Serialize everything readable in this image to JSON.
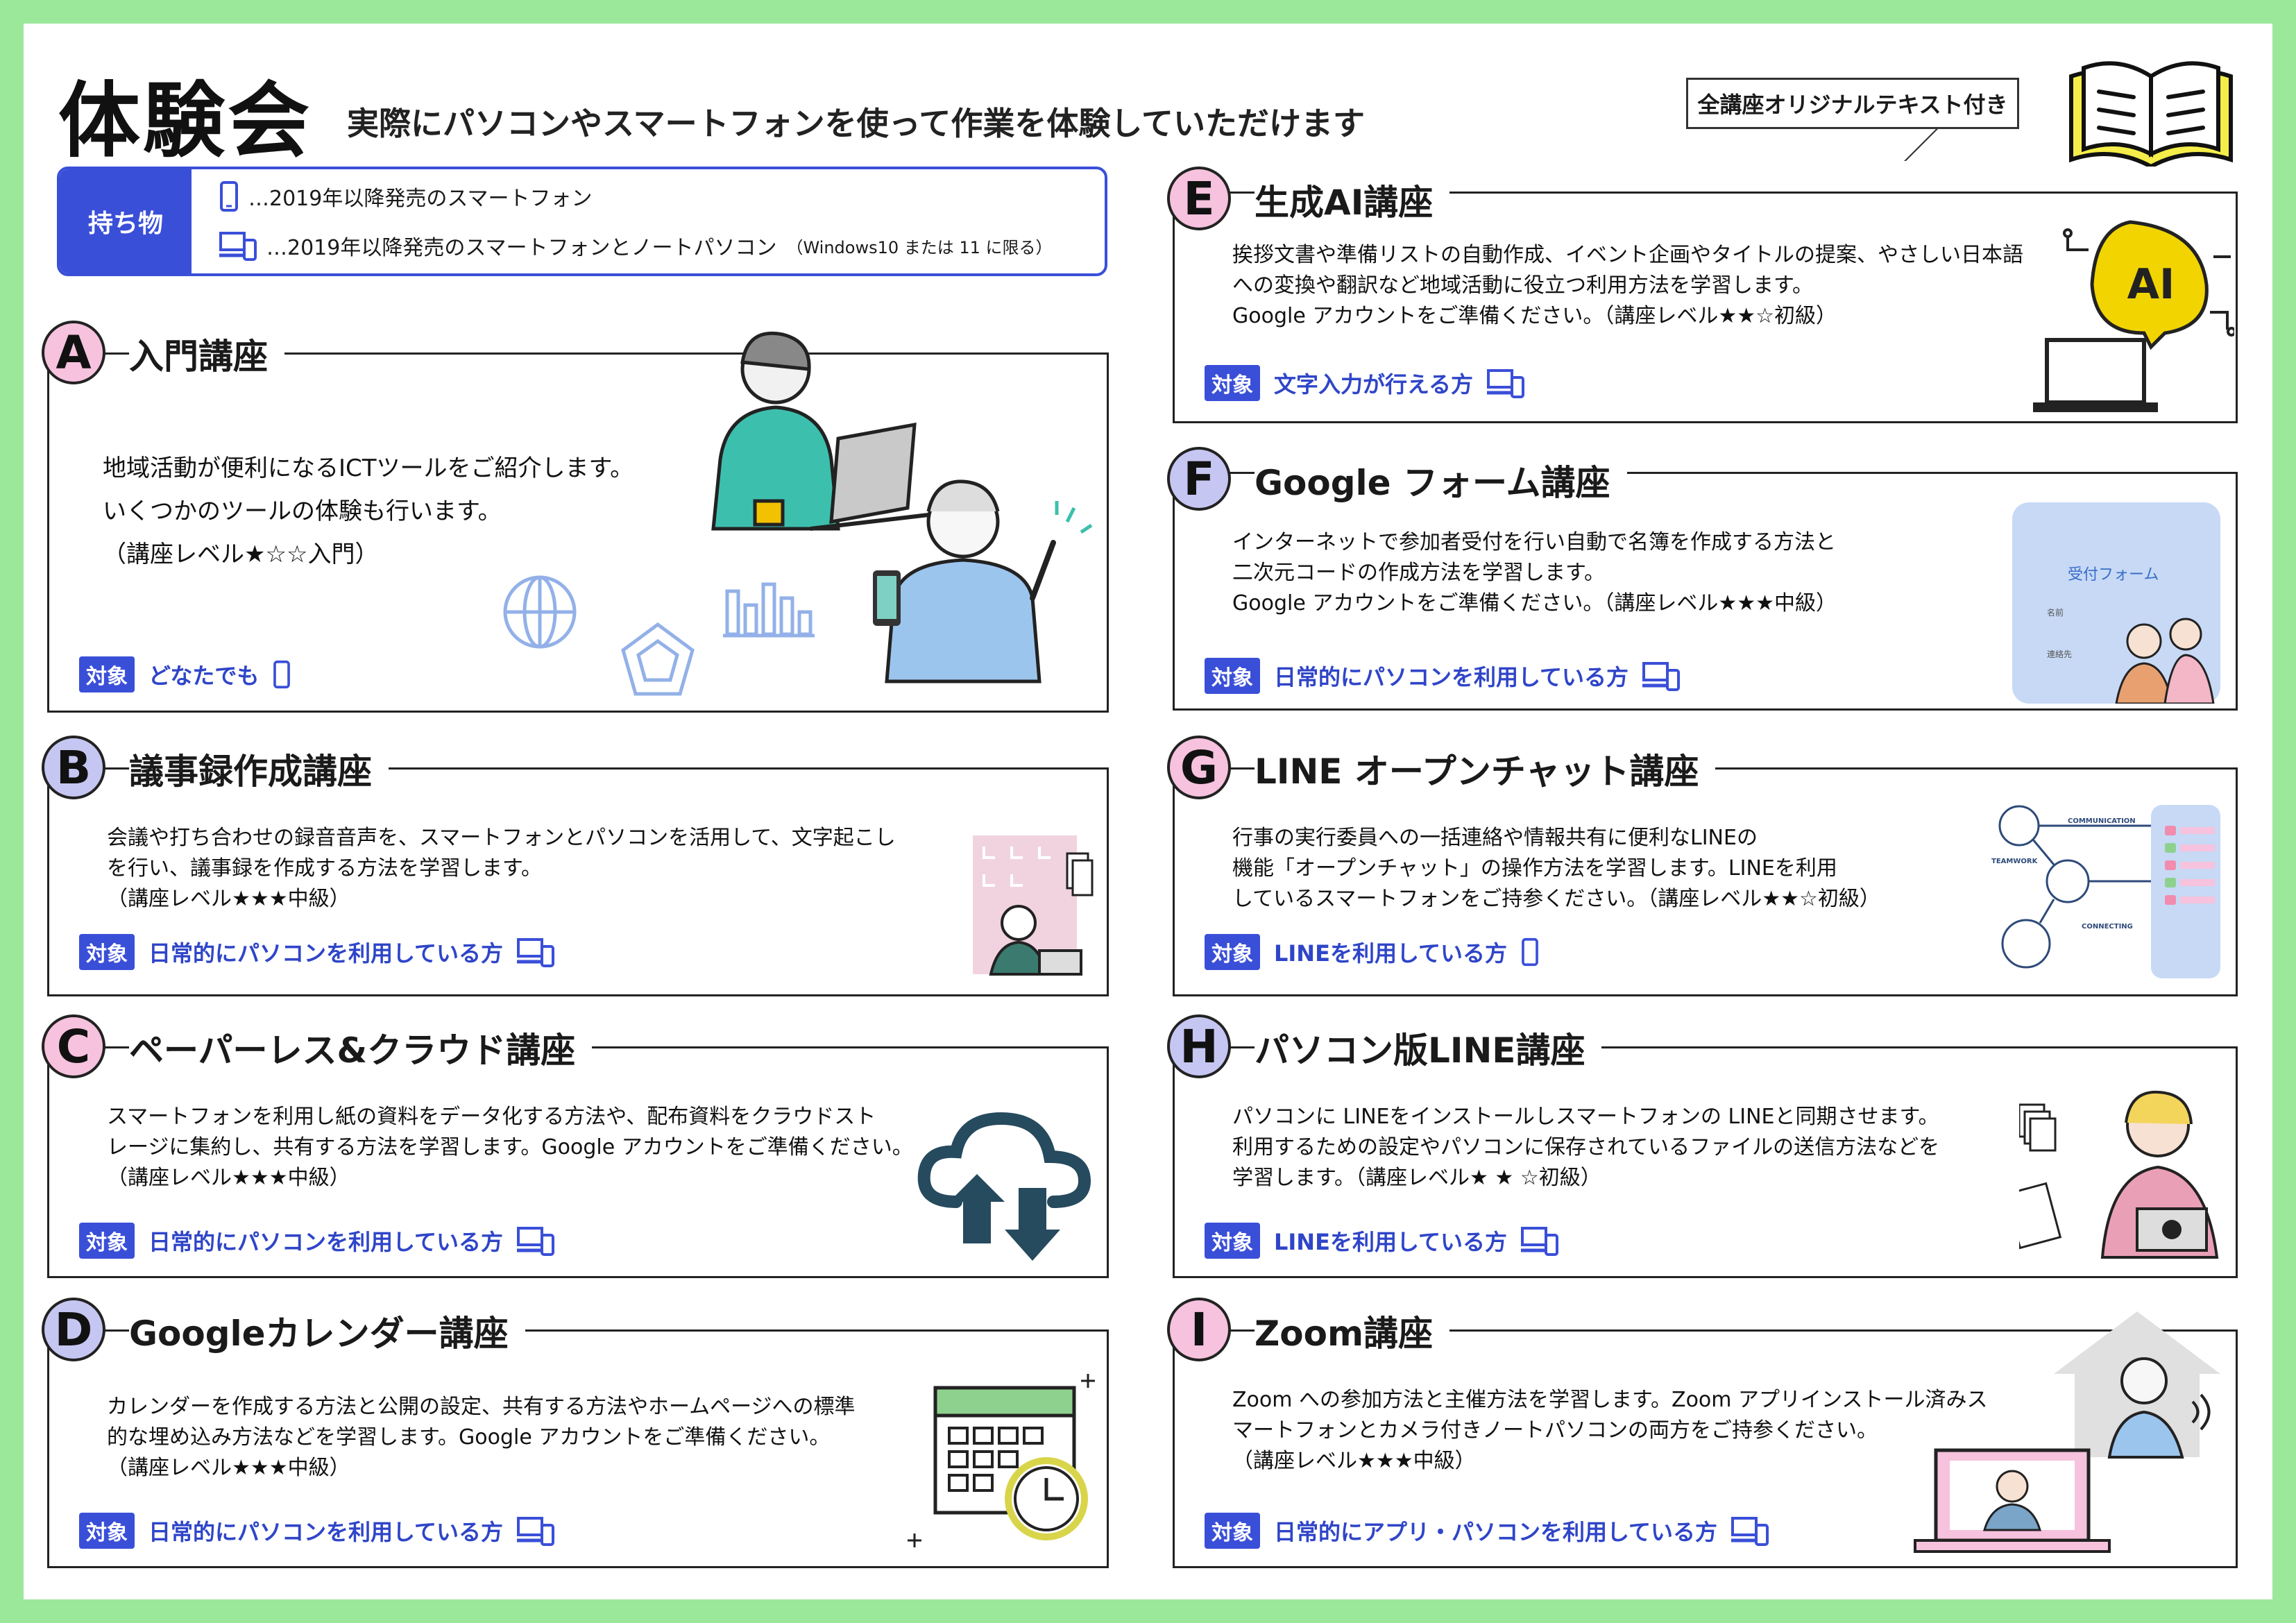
{
  "header": {
    "title": "体験会",
    "subtitle": "実際にパソコンやスマートフォンを使って作業を体験していただけます",
    "text_badge": "全講座オリジナルテキスト付き"
  },
  "belongings": {
    "label": "持ち物",
    "item1": "…2019年以降発売のスマートフォン",
    "item2": "…2019年以降発売のスマートフォンとノートパソコン",
    "item2_note": "（Windows10 または 11 に限る）"
  },
  "target_tag": "対象",
  "courses": {
    "A": {
      "letter": "A",
      "title": "入門講座",
      "desc1": "地域活動が便利になるICTツールをご紹介します。",
      "desc2": "いくつかのツールの体験も行います。",
      "desc3": "（講座レベル★☆☆入門）",
      "target": "どなたでも"
    },
    "B": {
      "letter": "B",
      "title": "議事録作成講座",
      "desc1": "会議や打ち合わせの録音音声を、スマートフォンとパソコンを活用して、文字起こし",
      "desc2": "を行い、議事録を作成する方法を学習します。",
      "desc3": "（講座レベル★★★中級）",
      "target": "日常的にパソコンを利用している方"
    },
    "C": {
      "letter": "C",
      "title": "ペーパーレス&クラウド講座",
      "desc1": "スマートフォンを利用し紙の資料をデータ化する方法や、配布資料をクラウドスト",
      "desc2": "レージに集約し、共有する方法を学習します。Google アカウントをご準備ください。",
      "desc3": "（講座レベル★★★中級）",
      "target": "日常的にパソコンを利用している方"
    },
    "D": {
      "letter": "D",
      "title": "Googleカレンダー講座",
      "desc1": "カレンダーを作成する方法と公開の設定、共有する方法やホームページへの標準",
      "desc2": "的な埋め込み方法などを学習します。Google アカウントをご準備ください。",
      "desc3": "（講座レベル★★★中級）",
      "target": "日常的にパソコンを利用している方"
    },
    "E": {
      "letter": "E",
      "title": "生成AI講座",
      "desc1": "挨拶文書や準備リストの自動作成、イベント企画やタイトルの提案、やさしい日本語",
      "desc2": "への変換や翻訳など地域活動に役立つ利用方法を学習します。",
      "desc3": "Google アカウントをご準備ください。（講座レベル★★☆初級）",
      "target": "文字入力が行える方",
      "ai_label": "AI"
    },
    "F": {
      "letter": "F",
      "title": "Google フォーム講座",
      "desc1": "インターネットで参加者受付を行い自動で名簿を作成する方法と",
      "desc2": "二次元コードの作成方法を学習します。",
      "desc3": "Google アカウントをご準備ください。（講座レベル★★★中級）",
      "target": "日常的にパソコンを利用している方",
      "form_title": "受付フォーム",
      "form_field1": "名前",
      "form_field2": "連絡先"
    },
    "G": {
      "letter": "G",
      "title": "LINE オープンチャット講座",
      "desc1": "行事の実行委員への一括連絡や情報共有に便利なLINEの",
      "desc2": "機能「オープンチャット」の操作方法を学習します。LINEを利用",
      "desc3": "しているスマートフォンをご持参ください。（講座レベル★★☆初級）",
      "target": "LINEを利用している方",
      "net1": "COMMUNICATION",
      "net2": "TEAMWORK",
      "net3": "CONNECTING"
    },
    "H": {
      "letter": "H",
      "title": "パソコン版LINE講座",
      "desc1": "パソコンに LINEをインストールしスマートフォンの LINEと同期させます。",
      "desc2": "利用するための設定やパソコンに保存されているファイルの送信方法などを",
      "desc3": "学習します。（講座レベル★ ★ ☆初級）",
      "target": "LINEを利用している方"
    },
    "I": {
      "letter": "I",
      "title": "Zoom講座",
      "desc1": "Zoom への参加方法と主催方法を学習します。Zoom アプリインストール済みス",
      "desc2": "マートフォンとカメラ付きノートパソコンの両方をご持参ください。",
      "desc3": "（講座レベル★★★中級）",
      "target": "日常的にアプリ・パソコンを利用している方"
    }
  },
  "colors": {
    "background": "#9be89b",
    "accent_blue": "#3a4fd8",
    "pink_circle": "#f6c2dd",
    "purple_circle": "#c6c6f2"
  }
}
